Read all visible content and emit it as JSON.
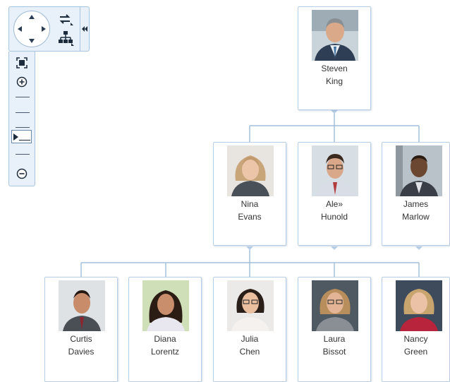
{
  "org_chart": {
    "root": {
      "first": "Steven",
      "last": "King"
    },
    "level2": [
      {
        "first": "Nina",
        "last": "Evans"
      },
      {
        "first": "Ale»",
        "last": "Hunold"
      },
      {
        "first": "James",
        "last": "Marlow"
      }
    ],
    "level3": [
      {
        "first": "Curtis",
        "last": "Davies"
      },
      {
        "first": "Diana",
        "last": "Lorentz"
      },
      {
        "first": "Julia",
        "last": "Chen"
      },
      {
        "first": "Laura",
        "last": "Bissot"
      },
      {
        "first": "Nancy",
        "last": "Green"
      }
    ]
  },
  "nav_control": {
    "icons": [
      "arrow-up-icon",
      "arrow-down-icon",
      "arrow-left-icon",
      "arrow-right-icon",
      "refresh-icon",
      "hierarchy-icon",
      "collapse-double-chevron-icon"
    ],
    "zoom_icons": [
      "fit-to-screen-icon",
      "zoom-in-icon",
      "zoom-out-icon"
    ],
    "zoom_level_step": 4,
    "zoom_steps_total": 6
  },
  "colors": {
    "card_border": "#b7cfe6",
    "connector": "#8fb2d3",
    "panel_bg": "#e8f1fa",
    "panel_border": "#a9c4de"
  }
}
